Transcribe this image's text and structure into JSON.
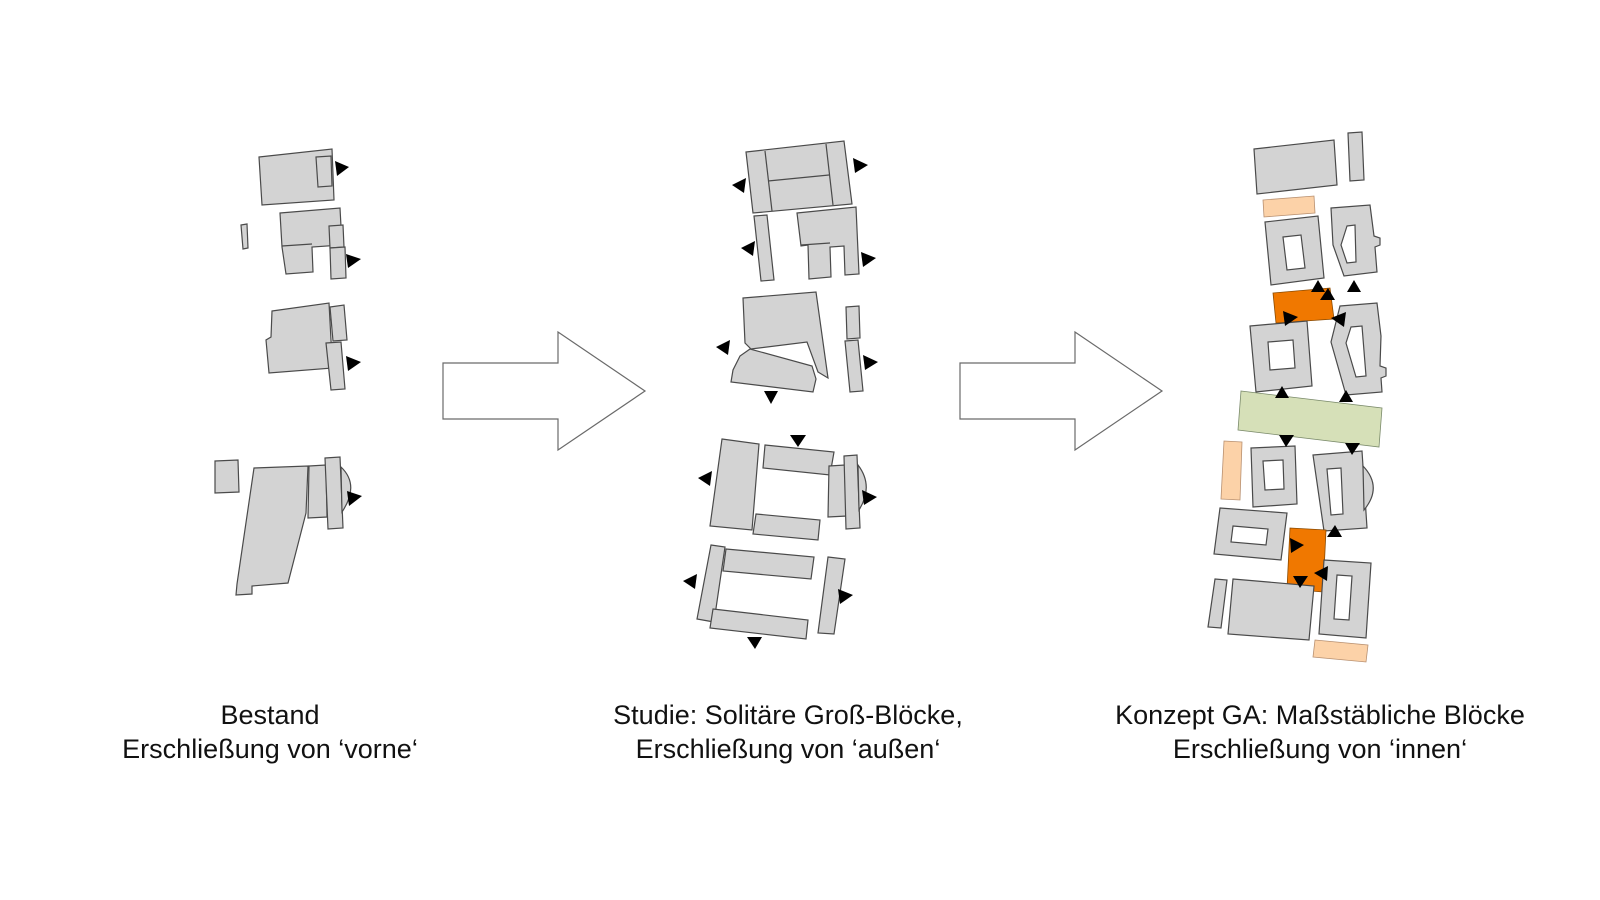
{
  "colors": {
    "building": "#d3d3d3",
    "outline": "#4a4a4a",
    "access_marker": "#000000",
    "plaza": "#f07800",
    "light_orange": "#fcd2a8",
    "green_strip": "#d6e0b8"
  },
  "panels": [
    {
      "line1": "Bestand",
      "line2": "Erschließung von ‘vorne‘"
    },
    {
      "line1": "Studie: Solitäre Groß-Blöcke,",
      "line2": "Erschließung von ‘außen‘"
    },
    {
      "line1": "Konzept GA: Maßstäbliche Blöcke",
      "line2": "Erschließung von ‘innen‘"
    }
  ],
  "icons": [
    "access-triangle-icon",
    "right-arrow-icon"
  ]
}
